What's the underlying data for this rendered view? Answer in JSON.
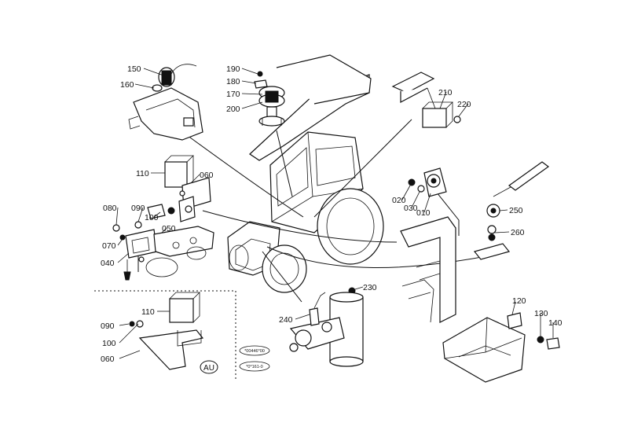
{
  "callouts": {
    "c150": "150",
    "c160": "160",
    "c190": "190",
    "c180": "180",
    "c170": "170",
    "c200": "200",
    "c210": "210",
    "c220": "220",
    "c110a": "110",
    "c060a": "060",
    "c080": "080",
    "c090a": "090",
    "c100a": "100",
    "c070": "070",
    "c050": "050",
    "c040": "040",
    "c020": "020",
    "c030": "030",
    "c010": "010",
    "c250": "250",
    "c260": "260",
    "c230": "230",
    "c240": "240",
    "c120": "120",
    "c130": "130",
    "c140": "140",
    "c110b": "110",
    "c090b": "090",
    "c100b": "100",
    "c060b": "060"
  },
  "stamps": {
    "stamp_upper": "*00446*00",
    "stamp_lower": "*0*161-0",
    "region_badge": "AU"
  }
}
